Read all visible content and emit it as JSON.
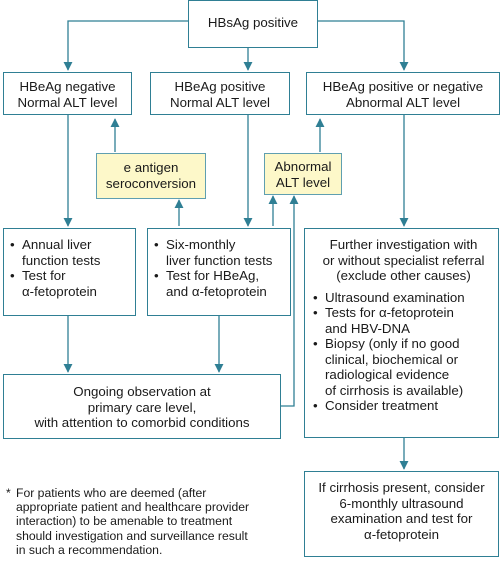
{
  "top": {
    "label": "HBsAg positive"
  },
  "status_boxes": [
    {
      "lines": [
        "HBeAg negative",
        "Normal ALT level"
      ]
    },
    {
      "lines": [
        "HBeAg positive",
        "Normal ALT level"
      ]
    },
    {
      "lines": [
        "HBeAg positive or negative",
        "Abnormal ALT level"
      ]
    }
  ],
  "trigger_boxes": {
    "seroconversion": {
      "lines": [
        "e antigen",
        "seroconversion"
      ]
    },
    "abnormal_alt": {
      "lines": [
        "Abnormal",
        "ALT level"
      ]
    }
  },
  "monitor_boxes": {
    "annual": {
      "items": [
        [
          "Annual liver",
          "function tests"
        ],
        [
          "Test for",
          "α-fetoprotein"
        ]
      ]
    },
    "six_monthly": {
      "items": [
        [
          "Six-monthly",
          "liver function tests"
        ],
        [
          "Test for HBeAg,",
          "and α-fetoprotein"
        ]
      ]
    }
  },
  "investigation": {
    "intro": [
      "Further investigation with",
      "or without specialist referral",
      "(exclude other causes)"
    ],
    "items": [
      [
        "Ultrasound examination"
      ],
      [
        "Tests for α-fetoprotein",
        "and HBV-DNA"
      ],
      [
        "Biopsy (only if no good",
        "clinical, biochemical or",
        "radiological evidence",
        "of cirrhosis is available)"
      ],
      [
        "Consider treatment"
      ]
    ]
  },
  "observation": {
    "lines": [
      "Ongoing observation at",
      "primary care level,",
      "with attention to comorbid conditions"
    ]
  },
  "cirrhosis": {
    "lines": [
      "If cirrhosis present, consider",
      "6-monthly ultrasound",
      "examination and test for",
      "α-fetoprotein"
    ]
  },
  "footnote": {
    "marker": "*",
    "lines": [
      "For patients who are deemed (after",
      "appropriate patient and healthcare provider",
      "interaction) to be amenable to treatment",
      "should investigation and surveillance result",
      "in such a recommendation."
    ]
  },
  "colors": {
    "line": "#2f7f94",
    "highlight": "#fdf8c9"
  }
}
